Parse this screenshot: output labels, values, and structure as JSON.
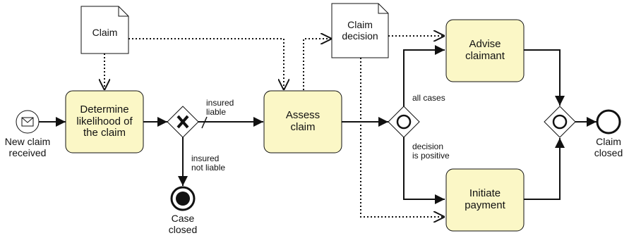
{
  "colors": {
    "task_fill": "#fbf7c6",
    "stroke": "#111111",
    "background": "#ffffff"
  },
  "documents": {
    "claim": "Claim",
    "claim_decision": "Claim\ndecision"
  },
  "tasks": {
    "determine": "Determine\nlikelihood of\nthe claim",
    "assess": "Assess\nclaim",
    "advise": "Advise\nclaimant",
    "initiate": "Initiate\npayment"
  },
  "events": {
    "start": "New claim\nreceived",
    "case_closed": "Case\nclosed",
    "claim_closed": "Claim\nclosed"
  },
  "flows": {
    "insured_liable": "insured\nliable",
    "insured_not_liable": "insured\nnot liable",
    "all_cases": "all cases",
    "decision_positive": "decision\nis positive"
  },
  "icons": {
    "start_event": "envelope-icon",
    "xor_gateway": "x-icon",
    "inclusive_gateway": "circle-icon"
  }
}
